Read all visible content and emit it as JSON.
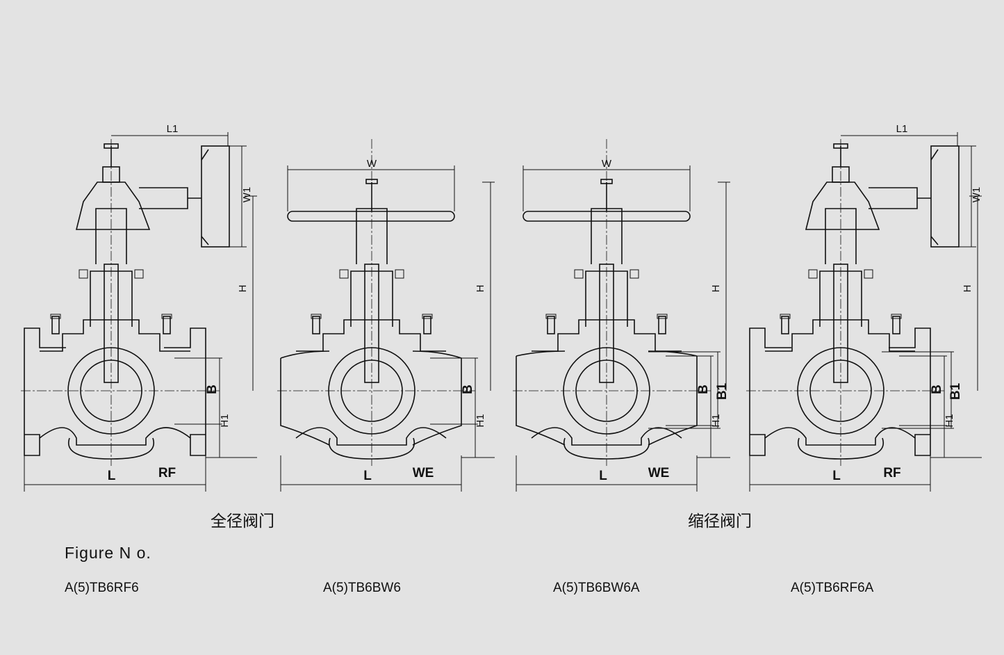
{
  "captions": {
    "full_bore": "全径阀门",
    "reduced_bore": "缩径阀门"
  },
  "figure_label": "Figure N o.",
  "models": [
    "A(5)TB6RF6",
    "A(5)TB6BW6",
    "A(5)TB6BW6A",
    "A(5)TB6RF6A"
  ],
  "valves": [
    {
      "top_dim": "L1",
      "side_dim": "W1",
      "height": "H",
      "bore": "B",
      "bore2": "",
      "lower": "H1",
      "length": "L",
      "end_type": "RF"
    },
    {
      "top_dim": "W",
      "side_dim": "",
      "height": "H",
      "bore": "B",
      "bore2": "",
      "lower": "H1",
      "length": "L",
      "end_type": "WE"
    },
    {
      "top_dim": "W",
      "side_dim": "",
      "height": "H",
      "bore": "B",
      "bore2": "B1",
      "lower": "H1",
      "length": "L",
      "end_type": "WE"
    },
    {
      "top_dim": "L1",
      "side_dim": "W1",
      "height": "H",
      "bore": "B",
      "bore2": "B1",
      "lower": "H1",
      "length": "L",
      "end_type": "RF"
    }
  ]
}
